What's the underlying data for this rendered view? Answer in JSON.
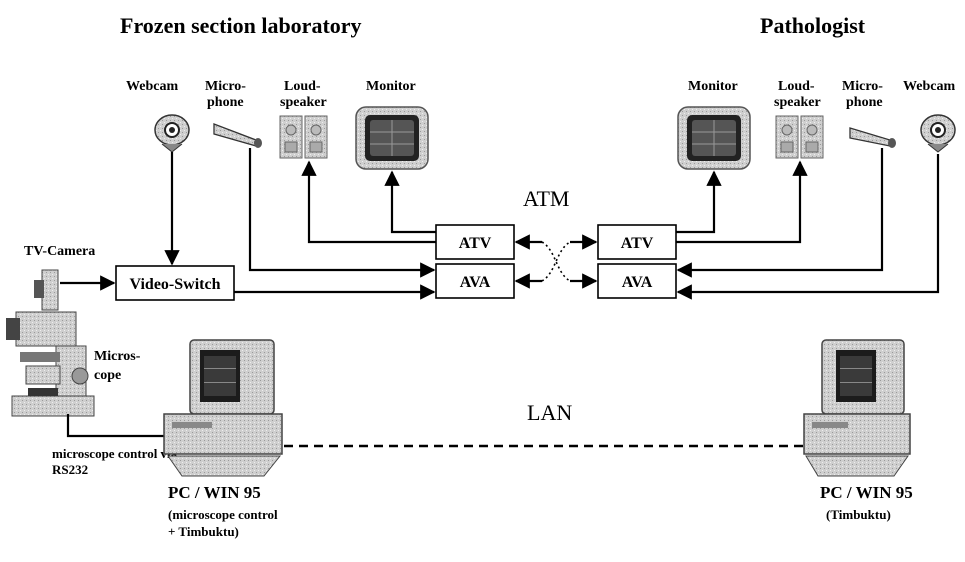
{
  "titles": {
    "left": "Frozen section laboratory",
    "right": "Pathologist"
  },
  "devices_left": {
    "webcam": "Webcam",
    "micro_1": "Micro-",
    "micro_2": "phone",
    "loud_1": "Loud-",
    "loud_2": "speaker",
    "monitor": "Monitor"
  },
  "devices_right": {
    "monitor": "Monitor",
    "loud_1": "Loud-",
    "loud_2": "speaker",
    "micro_1": "Micro-",
    "micro_2": "phone",
    "webcam": "Webcam"
  },
  "network": {
    "atm": "ATM",
    "lan": "LAN"
  },
  "boxes": {
    "atv_left": "ATV",
    "ava_left": "AVA",
    "atv_right": "ATV",
    "ava_right": "AVA",
    "video_switch": "Video-Switch"
  },
  "left_side": {
    "tv_camera": "TV-Camera",
    "microscope_1": "Micros-",
    "microscope_2": "cope",
    "control_1": "microscope  control  via",
    "control_2": "RS232"
  },
  "pc_left": {
    "title": "PC / WIN 95",
    "sub_1": "(microscope control",
    "sub_2": "+ Timbuktu)"
  },
  "pc_right": {
    "title": "PC / WIN 95",
    "sub_1": "(Timbuktu)"
  },
  "icons": [
    "webcam-icon",
    "microphone-icon",
    "loudspeaker-icon",
    "monitor-icon",
    "tv-camera-icon",
    "microscope-icon",
    "pc-icon"
  ]
}
